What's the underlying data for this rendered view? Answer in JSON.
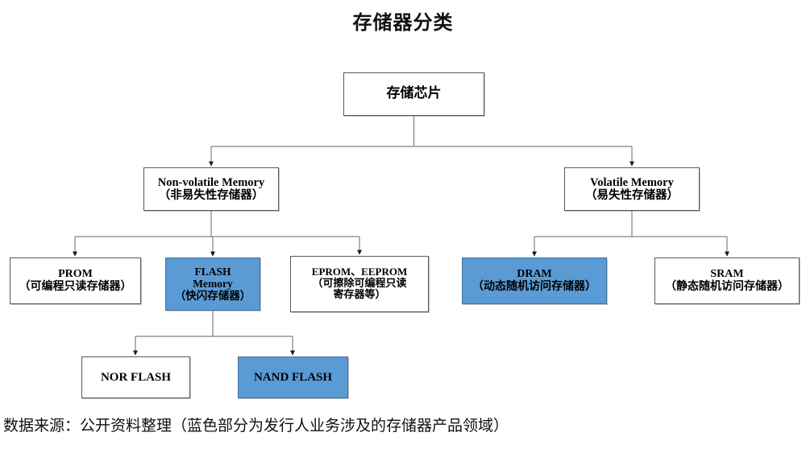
{
  "title": "存储器分类",
  "footer": "数据来源：公开资料整理（蓝色部分为发行人业务涉及的存储器产品领域）",
  "colors": {
    "highlight_blue": "#5b9bd5",
    "highlight_border": "#41719c",
    "box_border": "#595959",
    "box_fill": "#ffffff",
    "connector": "#808080",
    "text": "#000000"
  },
  "nodes": {
    "root": {
      "line1": "存储芯片",
      "line2": "",
      "line3": "",
      "highlighted": false
    },
    "nvm": {
      "line1": "Non-volatile Memory",
      "line2": "（非易失性存储器）",
      "line3": "",
      "highlighted": false
    },
    "vm": {
      "line1": "Volatile Memory",
      "line2": "（易失性存储器）",
      "line3": "",
      "highlighted": false
    },
    "prom": {
      "line1": "PROM",
      "line2": "（可编程只读存储器）",
      "line3": "",
      "highlighted": false
    },
    "flash": {
      "line1": "FLASH",
      "line2": "Memory",
      "line3": "（快闪存储器）",
      "highlighted": true
    },
    "eprom": {
      "line1": "EPROM、EEPROM",
      "line2": "（可擦除可编程只读",
      "line3": "寄存器等）",
      "highlighted": false
    },
    "dram": {
      "line1": "DRAM",
      "line2": "（动态随机访问存储器）",
      "line3": "",
      "highlighted": true
    },
    "sram": {
      "line1": "SRAM",
      "line2": "（静态随机访问存储器）",
      "line3": "",
      "highlighted": false
    },
    "nor": {
      "line1": "NOR FLASH",
      "line2": "",
      "line3": "",
      "highlighted": false
    },
    "nand": {
      "line1": "NAND FLASH",
      "line2": "",
      "line3": "",
      "highlighted": true
    }
  },
  "edges": [
    {
      "from": "root",
      "to": "nvm"
    },
    {
      "from": "root",
      "to": "vm"
    },
    {
      "from": "nvm",
      "to": "prom"
    },
    {
      "from": "nvm",
      "to": "flash"
    },
    {
      "from": "nvm",
      "to": "eprom"
    },
    {
      "from": "vm",
      "to": "dram"
    },
    {
      "from": "vm",
      "to": "sram"
    },
    {
      "from": "flash",
      "to": "nor"
    },
    {
      "from": "flash",
      "to": "nand"
    }
  ]
}
